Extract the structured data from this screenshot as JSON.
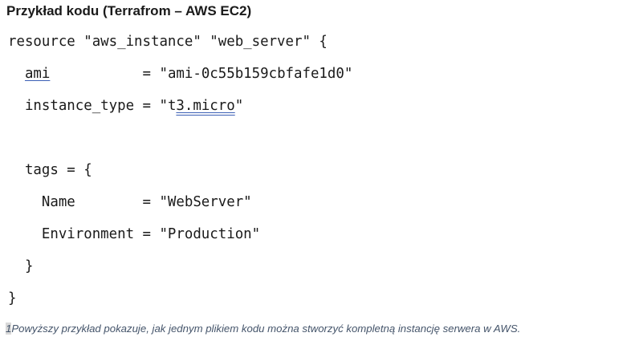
{
  "heading": "Przykład kodu (Terrafrom – AWS EC2)",
  "code": {
    "line1": "resource \"aws_instance\" \"web_server\" {",
    "line2_key": "ami",
    "line2_rest": "           = \"ami-0c55b159cbfafe1d0\"",
    "line3_prefix": "instance_type = \"t",
    "line3_marked": "3.micro",
    "line3_suffix": "\"",
    "line4": "  tags = {",
    "line5": "    Name        = \"WebServer\"",
    "line6": "    Environment = \"Production\"",
    "line7": "  }",
    "line8": "}"
  },
  "caption": {
    "number": "1",
    "text": "Powyższy przykład pokazuje, jak jednym plikiem kodu można stworzyć kompletną instancję serwera w AWS."
  }
}
